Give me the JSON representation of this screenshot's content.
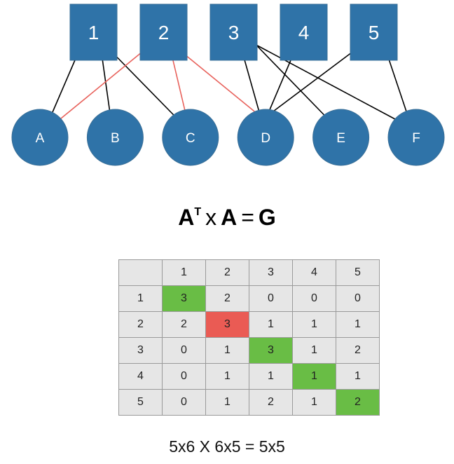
{
  "top_nodes": [
    "1",
    "2",
    "3",
    "4",
    "5"
  ],
  "bottom_nodes": [
    "A",
    "B",
    "C",
    "D",
    "E",
    "F"
  ],
  "edges": [
    {
      "from": "1",
      "to": "A",
      "highlight": false
    },
    {
      "from": "1",
      "to": "B",
      "highlight": false
    },
    {
      "from": "1",
      "to": "C",
      "highlight": false
    },
    {
      "from": "2",
      "to": "A",
      "highlight": true
    },
    {
      "from": "2",
      "to": "C",
      "highlight": true
    },
    {
      "from": "2",
      "to": "D",
      "highlight": true
    },
    {
      "from": "3",
      "to": "D",
      "highlight": false
    },
    {
      "from": "3",
      "to": "E",
      "highlight": false
    },
    {
      "from": "3",
      "to": "F",
      "highlight": false
    },
    {
      "from": "4",
      "to": "D",
      "highlight": false
    },
    {
      "from": "5",
      "to": "D",
      "highlight": false
    },
    {
      "from": "5",
      "to": "F",
      "highlight": false
    }
  ],
  "colors": {
    "node_fill": "#2f73a8",
    "node_stroke": "#3a6f97",
    "edge": "#000000",
    "edge_highlight": "#e8625c",
    "diag_green": "#69bd45",
    "diag_red": "#ea5b54",
    "cell": "#e6e6e6"
  },
  "equation": {
    "a": "A",
    "sup": "T",
    "times": "x",
    "a2": "A",
    "eq": "=",
    "g": "G"
  },
  "matrix": {
    "headers": [
      "",
      "1",
      "2",
      "3",
      "4",
      "5"
    ],
    "rows": [
      {
        "label": "1",
        "values": [
          "3",
          "2",
          "0",
          "0",
          "0"
        ],
        "highlight_col": 0,
        "highlight": "green"
      },
      {
        "label": "2",
        "values": [
          "2",
          "3",
          "1",
          "1",
          "1"
        ],
        "highlight_col": 1,
        "highlight": "red"
      },
      {
        "label": "3",
        "values": [
          "0",
          "1",
          "3",
          "1",
          "2"
        ],
        "highlight_col": 2,
        "highlight": "green"
      },
      {
        "label": "4",
        "values": [
          "0",
          "1",
          "1",
          "1",
          "1"
        ],
        "highlight_col": 3,
        "highlight": "green"
      },
      {
        "label": "5",
        "values": [
          "0",
          "1",
          "2",
          "1",
          "2"
        ],
        "highlight_col": 4,
        "highlight": "green"
      }
    ]
  },
  "dims": "5x6 X 6x5 = 5x5"
}
